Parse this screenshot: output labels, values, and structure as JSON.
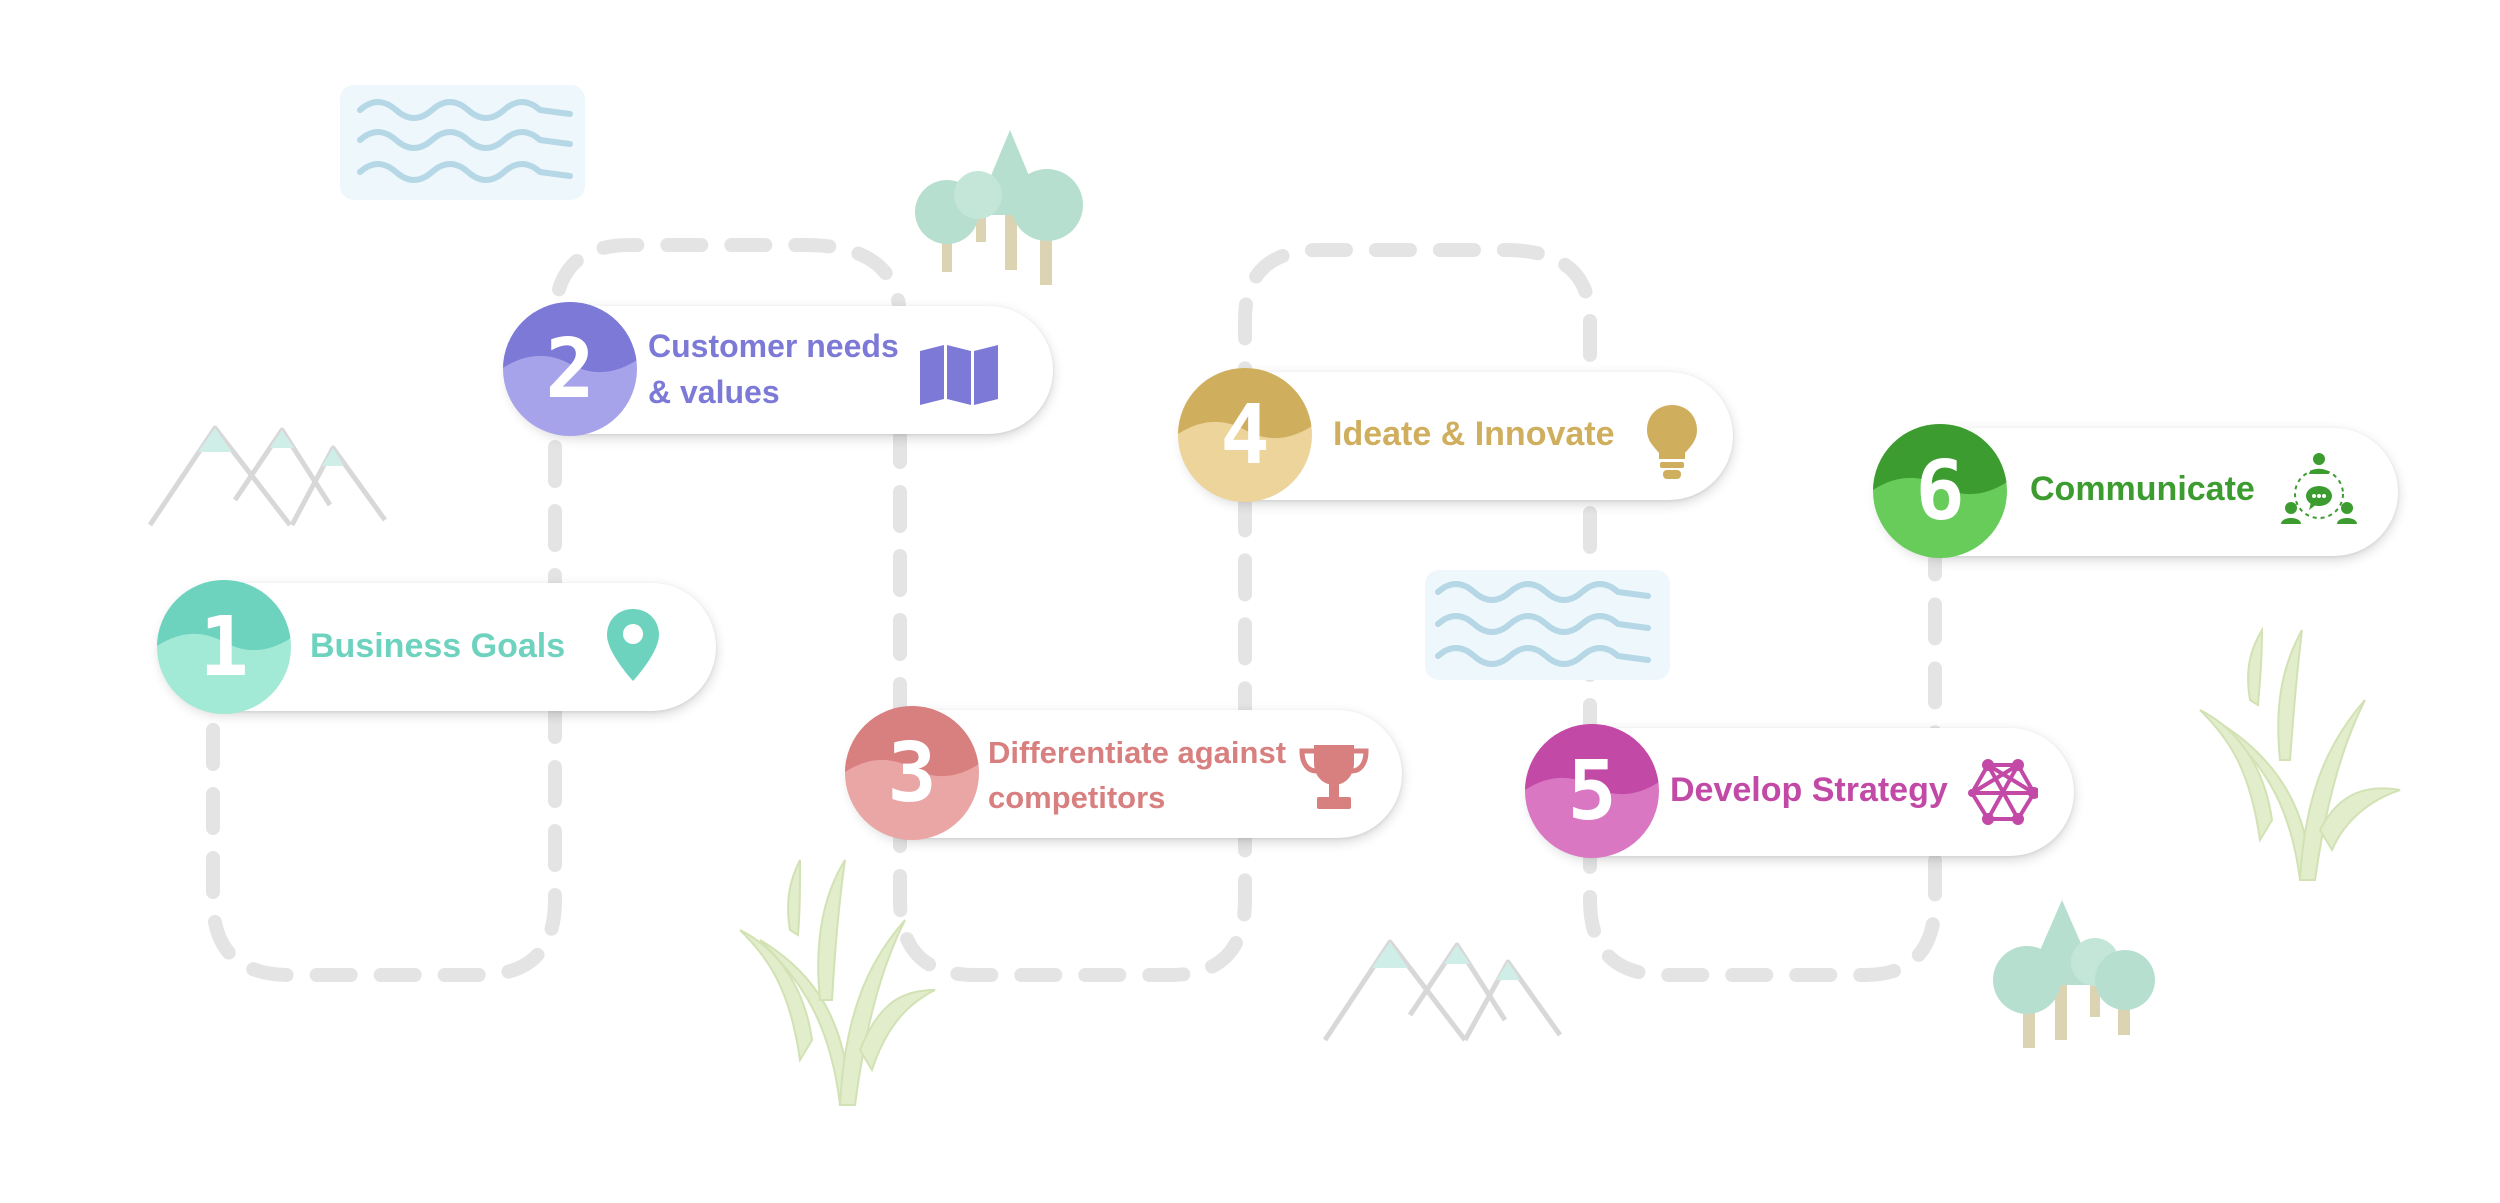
{
  "steps": [
    {
      "number": "1",
      "label": "Business Goals",
      "icon": "location-pin-icon",
      "color": "#6dd3bf",
      "light": "#a2ead6"
    },
    {
      "number": "2",
      "label_line1": "Customer needs",
      "label_line2": "& values",
      "icon": "map-icon",
      "color": "#7d79d7",
      "light": "#a7a3ea"
    },
    {
      "number": "3",
      "label_line1": "Differentiate against",
      "label_line2": "competitors",
      "icon": "trophy-icon",
      "color": "#d87f7f",
      "light": "#eaa5a5"
    },
    {
      "number": "4",
      "label": "Ideate & Innovate",
      "icon": "lightbulb-icon",
      "color": "#cfae5e",
      "light": "#ecd49a"
    },
    {
      "number": "5",
      "label": "Develop Strategy",
      "icon": "network-icon",
      "color": "#c24aa6",
      "light": "#d977c3"
    },
    {
      "number": "6",
      "label": "Communicate",
      "icon": "team-chat-icon",
      "color": "#3d9c2f",
      "light": "#67cc5a"
    }
  ],
  "path_color": "#e3e3e3"
}
